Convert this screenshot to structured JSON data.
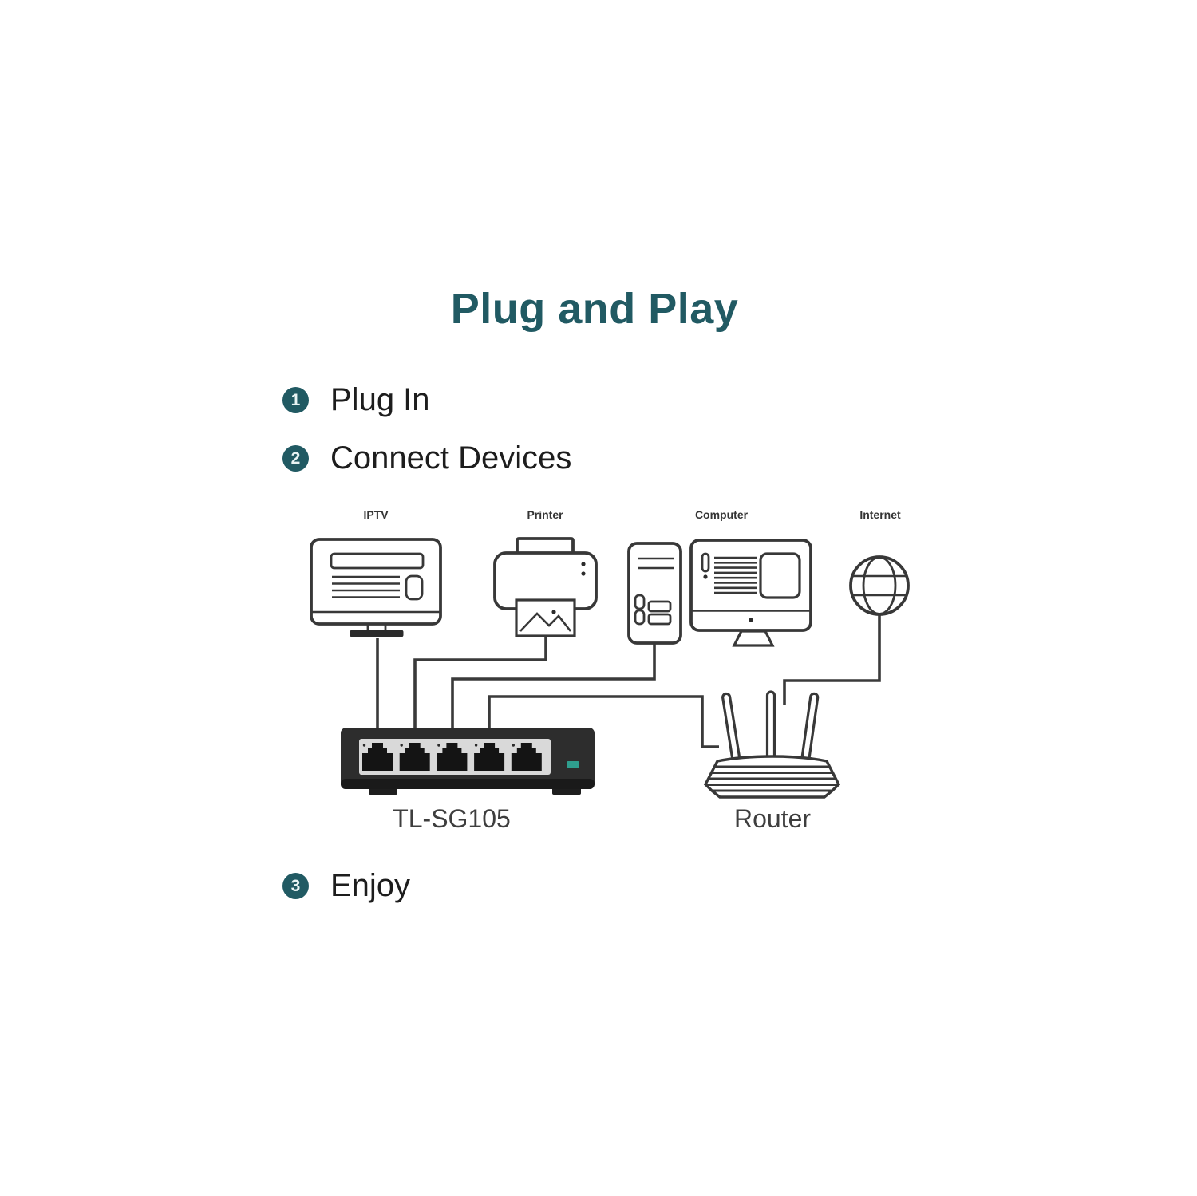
{
  "title": "Plug and Play",
  "steps": [
    {
      "number": "1",
      "label": "Plug In"
    },
    {
      "number": "2",
      "label": "Connect Devices"
    },
    {
      "number": "3",
      "label": "Enjoy"
    }
  ],
  "devices": [
    {
      "label": "IPTV",
      "icon": "tv-icon"
    },
    {
      "label": "Printer",
      "icon": "printer-icon"
    },
    {
      "label": "Computer",
      "icon": "computer-icon"
    },
    {
      "label": "Internet",
      "icon": "globe-icon"
    }
  ],
  "equipment": {
    "switch": {
      "label": "TL-SG105",
      "port_count": 5,
      "icon": "ethernet-switch-icon"
    },
    "router": {
      "label": "Router",
      "icon": "router-icon"
    }
  },
  "connections": [
    "IPTV to switch port 1",
    "Printer to switch port 2",
    "Computer to switch port 3",
    "Switch port 4 to Router",
    "Internet to Router"
  ],
  "colors": {
    "accent_teal": "#215a63",
    "led_teal": "#2f9e8e",
    "line": "#3a3a3a",
    "text_dark": "#1d1d1d",
    "switch_body": "#2d2d2d",
    "switch_panel": "#d9d9d9"
  }
}
